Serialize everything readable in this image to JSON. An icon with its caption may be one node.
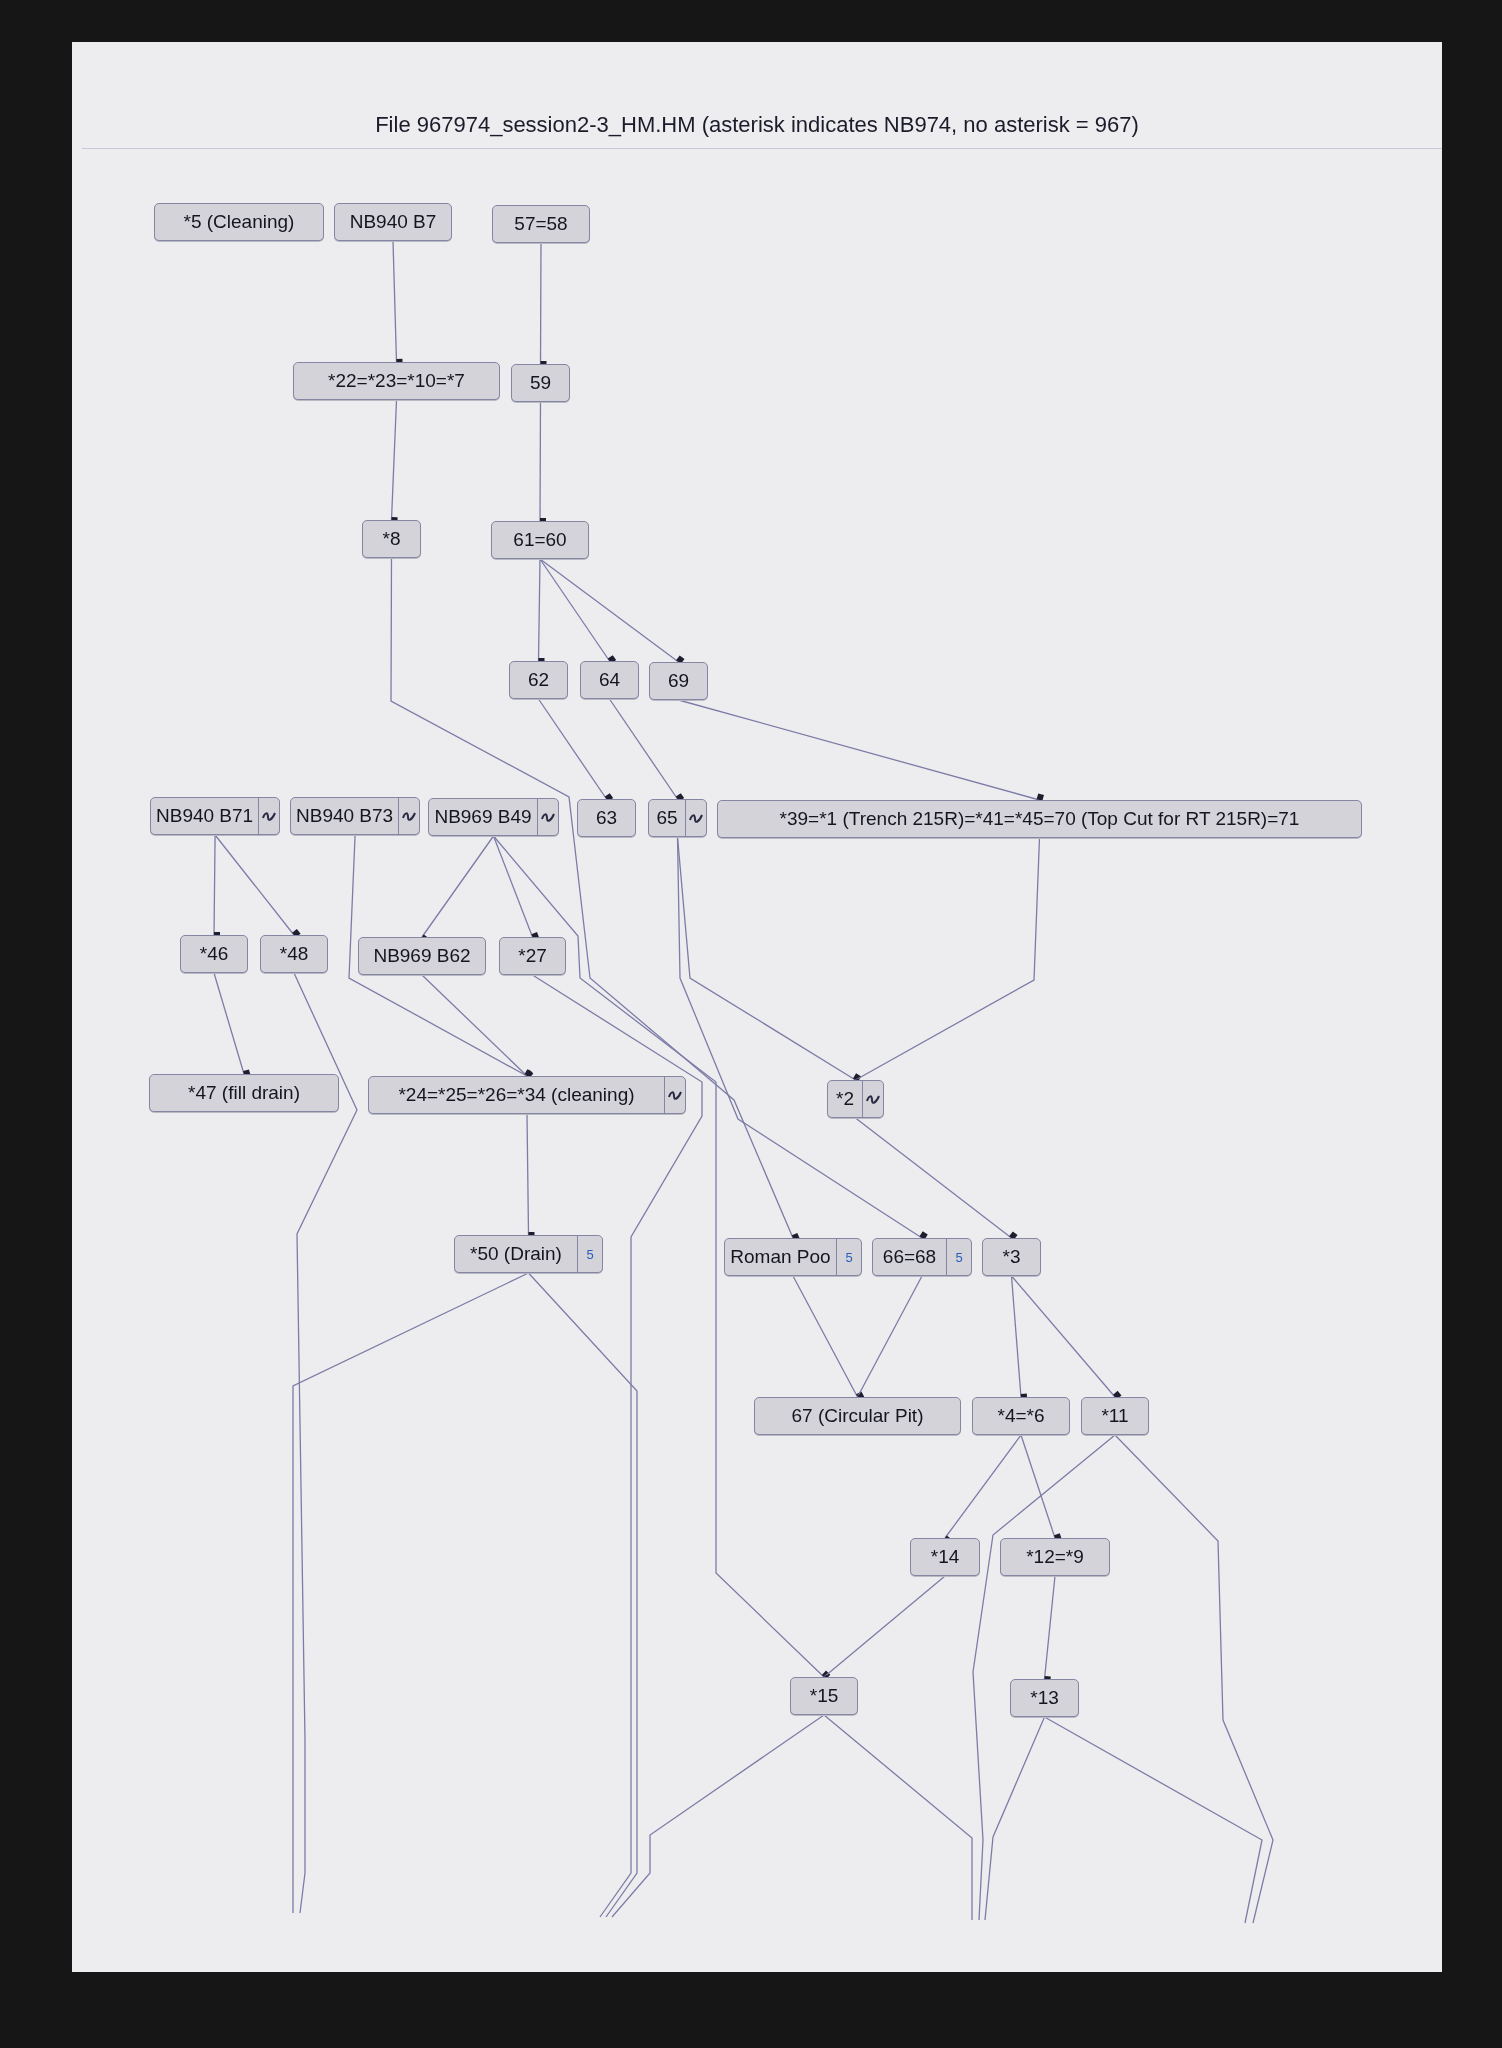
{
  "diagram": {
    "title": "File 967974_session2-3_HM.HM (asterisk indicates NB974, no asterisk = 967)",
    "nodes": [
      {
        "text": [
          "*5 (Cleaning)"
        ]
      },
      {
        "text": [
          "NB940 B7"
        ]
      },
      {
        "text": [
          "57=58"
        ]
      },
      {
        "text": [
          "*22=*23=*10=*7"
        ]
      },
      {
        "text": [
          "59"
        ]
      },
      {
        "text": [
          "*8"
        ]
      },
      {
        "text": [
          "61=60"
        ]
      },
      {
        "text": [
          "62"
        ]
      },
      {
        "text": [
          "64"
        ]
      },
      {
        "text": [
          "69"
        ]
      },
      {
        "text": [
          "NB940 B71"
        ]
      },
      {
        "text": [
          "NB940 B73"
        ]
      },
      {
        "text": [
          "NB969 B49"
        ]
      },
      {
        "text": [
          "63"
        ]
      },
      {
        "text": [
          "65"
        ]
      },
      {
        "text": [
          "*39=*1 (Trench 215R)=*41=*45=70 (Top Cut for RT 215R)=71"
        ]
      },
      {
        "text": [
          "*46"
        ]
      },
      {
        "text": [
          "*48"
        ]
      },
      {
        "text": [
          "NB969 B62"
        ]
      },
      {
        "text": [
          "*27"
        ]
      },
      {
        "text": [
          "*47 (fill drain)"
        ]
      },
      {
        "text": [
          "*24=*25=*26=*34 (cleaning)"
        ]
      },
      {
        "text": [
          "*2"
        ]
      },
      {
        "text": [
          "*50 (Drain)",
          "5"
        ]
      },
      {
        "text": [
          "Roman Poo",
          "5"
        ]
      },
      {
        "text": [
          "66=68",
          "5"
        ]
      },
      {
        "text": [
          "*3"
        ]
      },
      {
        "text": [
          "67 (Circular Pit)"
        ]
      },
      {
        "text": [
          "*4=*6"
        ]
      },
      {
        "text": [
          "*11"
        ]
      },
      {
        "text": [
          "*14"
        ]
      },
      {
        "text": [
          "*12=*9"
        ]
      },
      {
        "text": [
          "*15"
        ]
      },
      {
        "text": [
          "*13"
        ]
      }
    ],
    "edges": [
      {
        "from": 1,
        "to": 3,
        "arrow": "other"
      },
      {
        "from": 2,
        "to": 4,
        "arrow": "other"
      },
      {
        "from": 3,
        "to": 5,
        "arrow": "other"
      },
      {
        "from": 4,
        "to": 6,
        "arrow": "other"
      },
      {
        "from": 6,
        "to": 7,
        "arrow": "other"
      },
      {
        "from": 6,
        "to": 8,
        "arrow": "other"
      },
      {
        "from": 6,
        "to": 9,
        "arrow": "other"
      },
      {
        "from": 7,
        "to": 13,
        "arrow": "other"
      },
      {
        "from": 8,
        "to": 14,
        "arrow": "other"
      },
      {
        "from": 9,
        "to": 15,
        "arrow": "other"
      },
      {
        "from": 5,
        "to": 24,
        "arrow": "other"
      },
      {
        "from": 12,
        "to": 32,
        "arrow": "other"
      },
      {
        "from": 14,
        "to": 25,
        "arrow": "other"
      },
      {
        "from": 14,
        "to": 22,
        "arrow": "other"
      },
      {
        "from": 15,
        "to": 22,
        "arrow": "other"
      },
      {
        "from": 10,
        "to": 16,
        "arrow": "other"
      },
      {
        "from": 10,
        "to": 17,
        "arrow": "other"
      },
      {
        "from": 11,
        "to": 21,
        "arrow": "other"
      },
      {
        "from": 12,
        "to": 18,
        "arrow": "other"
      },
      {
        "from": 12,
        "to": 19,
        "arrow": "other"
      },
      {
        "from": 18,
        "to": 21,
        "arrow": "other"
      },
      {
        "from": 19,
        "to": null,
        "arrow": "none"
      },
      {
        "from": 16,
        "to": 20,
        "arrow": "other"
      },
      {
        "from": 17,
        "to": null,
        "arrow": "none"
      },
      {
        "from": 23,
        "to": null,
        "arrow": "none"
      },
      {
        "from": 21,
        "to": 23,
        "arrow": "other"
      },
      {
        "from": 23,
        "to": null,
        "arrow": "none"
      },
      {
        "from": 22,
        "to": 26,
        "arrow": "other"
      },
      {
        "from": 24,
        "to": 27,
        "arrow": "other"
      },
      {
        "from": 25,
        "to": 27,
        "arrow": "other"
      },
      {
        "from": 26,
        "to": 28,
        "arrow": "other"
      },
      {
        "from": 26,
        "to": 29,
        "arrow": "other"
      },
      {
        "from": 28,
        "to": 30,
        "arrow": "other"
      },
      {
        "from": 28,
        "to": 31,
        "arrow": "other"
      },
      {
        "from": 29,
        "to": null,
        "arrow": "none"
      },
      {
        "from": 29,
        "to": null,
        "arrow": "none"
      },
      {
        "from": 30,
        "to": 32,
        "arrow": "other"
      },
      {
        "from": 31,
        "to": 33,
        "arrow": "other"
      },
      {
        "from": 32,
        "to": null,
        "arrow": "none"
      },
      {
        "from": 32,
        "to": null,
        "arrow": "none"
      },
      {
        "from": 33,
        "to": null,
        "arrow": "none"
      },
      {
        "from": 33,
        "to": null,
        "arrow": "none"
      }
    ]
  }
}
